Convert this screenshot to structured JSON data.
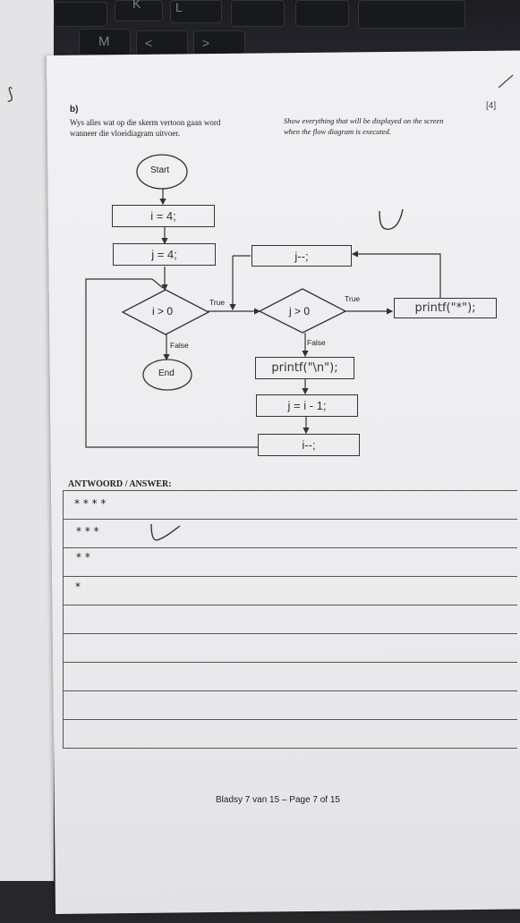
{
  "page": {
    "question_label": "b)",
    "marks": "[4]",
    "instruction_af_line1": "Wys alles wat op die skerm vertoon gaan word",
    "instruction_af_line2": "wanneer die vloeidiagram uitvoer.",
    "instruction_en_line1": "Show everything that will be displayed on the screen",
    "instruction_en_line2": "when the flow diagram is executed.",
    "footer": "Bladsy 7 van 15 – Page 7 of 15"
  },
  "flowchart": {
    "start": "Start",
    "init_i": "i = 4;",
    "init_j": "j = 4;",
    "decision_i": "i > 0",
    "decision_j": "j > 0",
    "print_star": "printf(\"*\");",
    "dec_j": "j--;",
    "print_newline": "printf(\"\\n\");",
    "reset_j": "j = i - 1;",
    "dec_i": "i--;",
    "end": "End",
    "true_label_1": "True",
    "true_label_2": "True",
    "false_label_1": "False",
    "false_label_2": "False"
  },
  "answer": {
    "heading": "ANTWOORD / ANSWER:",
    "rows": [
      "* * * *",
      "* * *",
      "* *",
      "*"
    ],
    "check_mark": "✓"
  },
  "keyboard": {
    "keys": [
      "K",
      "L",
      "M",
      "<",
      ">"
    ]
  }
}
